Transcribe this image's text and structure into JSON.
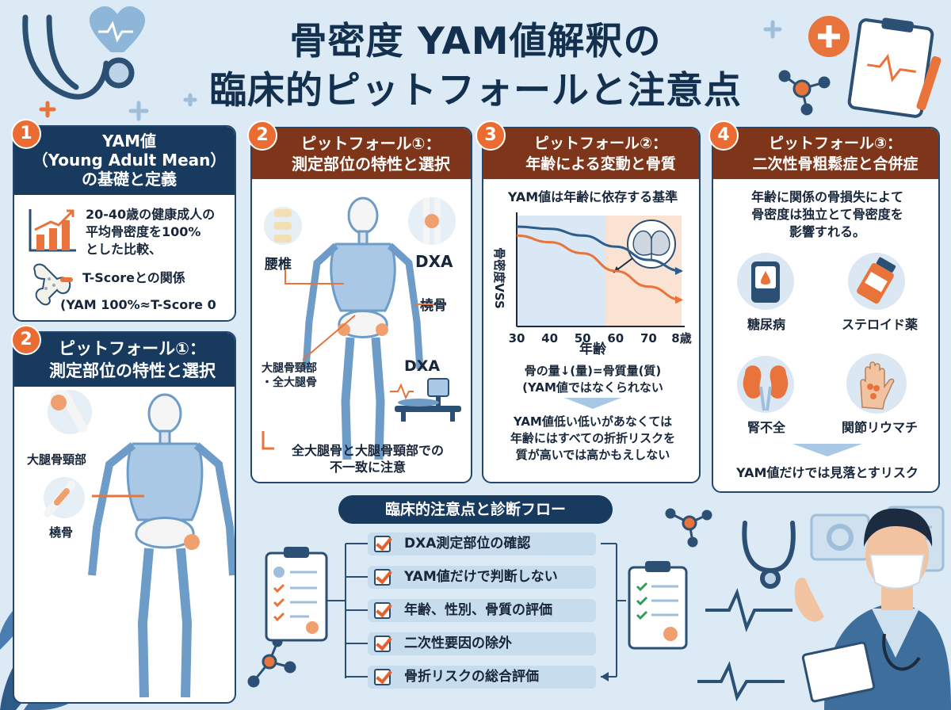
{
  "title": {
    "line1": "骨密度 YAM値解釈の",
    "line2": "臨床的ピットフォールと注意点"
  },
  "card1": {
    "badge": "1",
    "head": [
      "YAM値",
      "（Young Adult Mean）",
      "の基礎と定義"
    ],
    "text": [
      "20-40歳の健康成人の",
      "平均骨密度を100%",
      "とした比較、"
    ],
    "tscore": "T-Scoreとの関係",
    "relation": "(YAM 100%≈T-Score 0"
  },
  "card2a": {
    "badge": "2",
    "head": [
      "ピットフォール①：",
      "測定部位の特性と選択"
    ],
    "label_femoral_neck": "大腿骨頸部",
    "label_radius": "橈骨"
  },
  "card2b": {
    "badge": "2",
    "head": [
      "ピットフォール①：",
      "測定部位の特性と選択"
    ],
    "label_lumbar": "腰椎",
    "label_dxa_top": "DXA",
    "label_radius": "橈骨",
    "label_femur": [
      "大腿骨頸部",
      "・全大腿骨"
    ],
    "label_dxa_bottom": "DXA",
    "note": [
      "全大腿骨と大腿骨頸部での",
      "不一致に注意"
    ]
  },
  "card3": {
    "badge": "3",
    "head": [
      "ピットフォール②：",
      "年齢による変動と骨質"
    ],
    "subtitle": "YAM値は年齢に依存する基準",
    "ylabel": "骨密度VSS",
    "xlabel": "年齢",
    "text1": [
      "骨の量↓(量)=骨質量(質)",
      "(YAM値ではなくられない"
    ],
    "text2": [
      "YAM値低い低いがあなくては",
      "年齢にはすべての折折リスクを",
      "質が高いでは高かもえしない"
    ]
  },
  "card4": {
    "badge": "4",
    "head": [
      "ピットフォール③：",
      "二次性骨粗鬆症と合併症"
    ],
    "text": [
      "年齢に関係の骨損失によて",
      "骨密度は独立とて骨密度を",
      "影響すれる。"
    ],
    "items": [
      "糖尿病",
      "ステロイド薬",
      "腎不全",
      "関節リウマチ"
    ],
    "footer": "YAM値だけでは見落とすリスク"
  },
  "flow": {
    "title": "臨床的注意点と診断フロー",
    "steps": [
      "DXA測定部位の確認",
      "YAM値だけで判断しない",
      "年齢、性別、骨質の評価",
      "二次性要因の除外",
      "骨折リスクの総合評価"
    ]
  },
  "chart_data": {
    "type": "line",
    "title": "YAM値は年齢に依存する基準",
    "xlabel": "年齢",
    "ylabel": "骨密度VSS",
    "x_ticks": [
      "30",
      "40",
      "50",
      "60",
      "70",
      "8歳"
    ],
    "xlim": [
      30,
      80
    ],
    "grid": false,
    "series": [
      {
        "x": [
          30,
          40,
          50,
          60,
          70,
          80
        ],
        "values": [
          0.9,
          0.88,
          0.82,
          0.72,
          0.6,
          0.5
        ]
      },
      {
        "x": [
          30,
          40,
          50,
          60,
          70,
          80
        ],
        "values": [
          0.82,
          0.76,
          0.66,
          0.5,
          0.36,
          0.24
        ]
      }
    ]
  },
  "colors": {
    "navy": "#173a5e",
    "brown": "#7e3519",
    "orange": "#ea6c33",
    "bone_blue": "#6e9cc8",
    "background": "#dbeaf5"
  }
}
